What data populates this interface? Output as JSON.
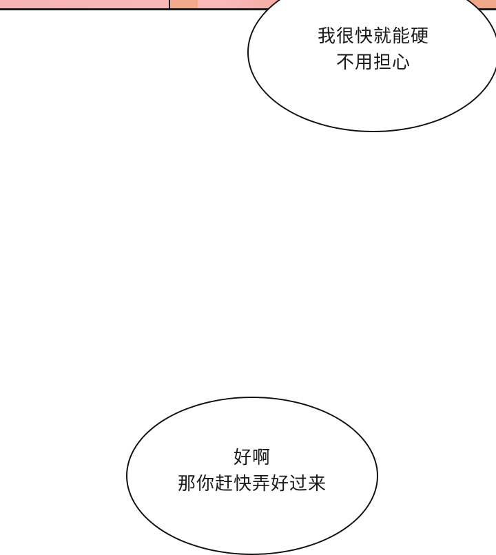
{
  "top_panel": {
    "color": "#f7b3b5"
  },
  "bubbles": [
    {
      "lines": [
        "我很快就能硬",
        "不用担心"
      ]
    },
    {
      "lines": [
        "好啊",
        "那你赶快弄好过来"
      ]
    }
  ]
}
